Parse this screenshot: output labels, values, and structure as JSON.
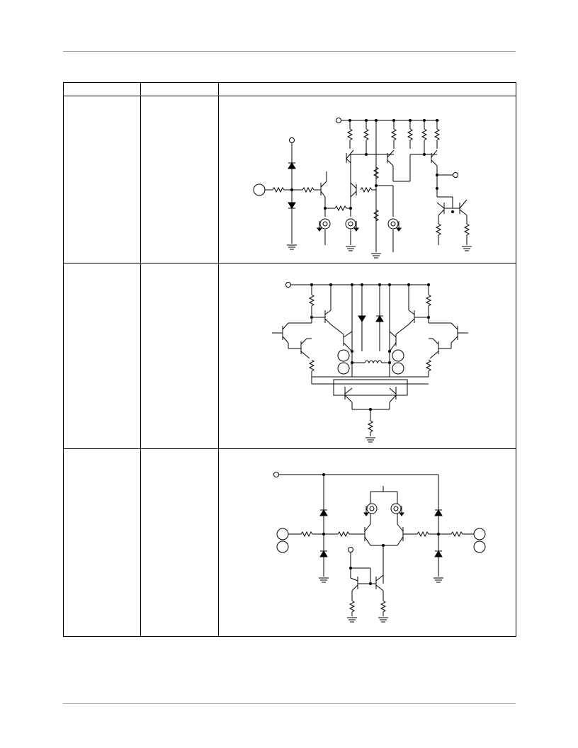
{
  "table": {
    "header": {
      "col1": "",
      "col2": "",
      "col3": ""
    },
    "rows": [
      {
        "col1": "",
        "col2": "",
        "schematic": "input-buffer-circuit"
      },
      {
        "col1": "",
        "col2": "",
        "schematic": "differential-amplifier-circuit"
      },
      {
        "col1": "",
        "col2": "",
        "schematic": "comparator-input-circuit"
      }
    ]
  }
}
